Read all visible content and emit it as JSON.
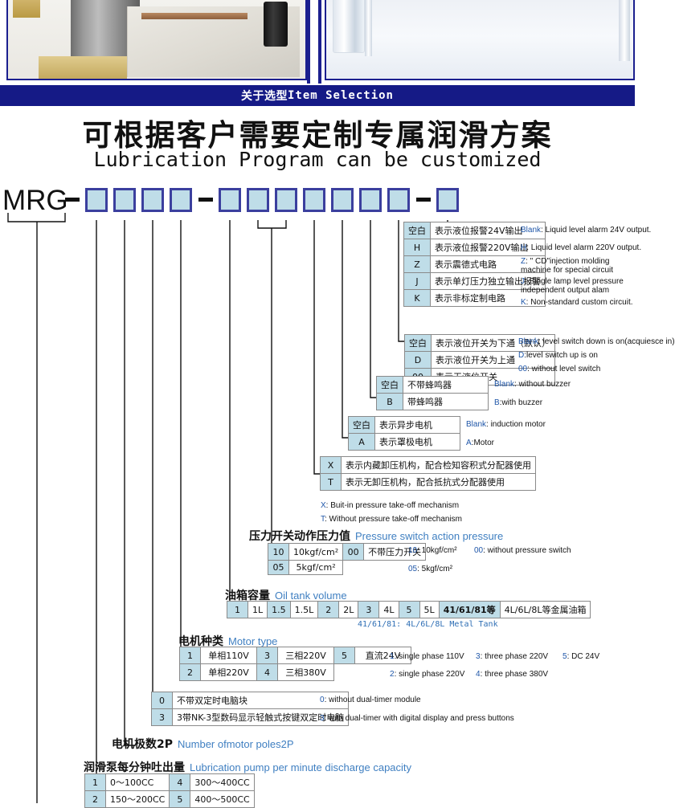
{
  "header": {
    "cn": "关于选型",
    "en": "Item Selection"
  },
  "headline": {
    "cn": "可根据客户需要定制专属润滑方案",
    "en": "Lubrication Program can be customized"
  },
  "model_code": {
    "prefix": "MRG",
    "separator": "–",
    "box_count": 12
  },
  "sections": {
    "circuit": {
      "rows": [
        {
          "code": "空白",
          "cn": "表示液位报警24V输出",
          "en_code": "Blank",
          "en": ": Liquid level alarm 24V output."
        },
        {
          "code": "H",
          "cn": "表示液位报警220V输出",
          "en_code": "H",
          "en": ": Liquid level alarm 220V output."
        },
        {
          "code": "Z",
          "cn": "表示震德式电路",
          "en_code": "Z",
          "en": ": \" CD\"injection molding machine for special circuit"
        },
        {
          "code": "J",
          "cn": "表示单灯压力独立输出报警",
          "en_code": "J",
          "en": ": Single lamp level pressure independent output alam"
        },
        {
          "code": "K",
          "cn": "表示非标定制电路",
          "en_code": "K",
          "en": ": Non-standard custom circuit."
        }
      ]
    },
    "level_switch": {
      "rows": [
        {
          "code": "空白",
          "cn": "表示液位开关为下通（默认）",
          "en_code": "Blank",
          "en": ": level switch down is on(acquiesce in)"
        },
        {
          "code": "D",
          "cn": "表示液位开关为上通",
          "en_code": "D",
          "en": ":level switch up is on"
        },
        {
          "code": "00",
          "cn": "表示无液位开关",
          "en_code": "00",
          "en": ": without level switch"
        }
      ]
    },
    "buzzer": {
      "rows": [
        {
          "code": "空白",
          "cn": "不带蜂鸣器",
          "en_code": "Blank",
          "en": ": without buzzer"
        },
        {
          "code": "B",
          "cn": "带蜂鸣器",
          "en_code": "B",
          "en": ":with buzzer"
        }
      ]
    },
    "motor_kind": {
      "rows": [
        {
          "code": "空白",
          "cn": "表示异步电机",
          "en_code": "Blank",
          "en": ": induction motor"
        },
        {
          "code": "A",
          "cn": "表示罩极电机",
          "en_code": "A",
          "en": ":Motor"
        }
      ]
    },
    "pressure_takeoff": {
      "rows": [
        {
          "code": "X",
          "cn": "表示内藏卸压机构，配合检知容积式分配器使用"
        },
        {
          "code": "T",
          "cn": "表示无卸压机构，配合抵抗式分配器使用"
        }
      ],
      "notes": [
        {
          "en_code": "X",
          "en": ": Buit-in pressure take-off mechanism"
        },
        {
          "en_code": "T",
          "en": ": Without pressure take-off mechanism"
        }
      ]
    },
    "pressure_switch": {
      "title_cn": "压力开关动作压力值",
      "title_en": "Pressure switch action pressure",
      "cells": [
        {
          "code": "10",
          "val": "10kgf/cm²"
        },
        {
          "code": "00",
          "val": "不带压力开关"
        },
        {
          "code": "05",
          "val": "5kgf/cm²"
        }
      ],
      "notes": [
        {
          "en_code": "10",
          "en": ": 10kgf/cm²"
        },
        {
          "en_code": "00",
          "en": ": without pressure switch"
        },
        {
          "en_code": "05",
          "en": ": 5kgf/cm²"
        }
      ]
    },
    "oil_tank": {
      "title_cn": "油箱容量",
      "title_en": "Oil tank volume",
      "pairs": [
        {
          "code": "1",
          "val": "1L"
        },
        {
          "code": "1.5",
          "val": "1.5L"
        },
        {
          "code": "2",
          "val": "2L"
        },
        {
          "code": "3",
          "val": "4L"
        },
        {
          "code": "5",
          "val": "5L"
        },
        {
          "code": "41/61/81等",
          "val": "4L/6L/8L等金属油箱"
        }
      ],
      "note": "41/61/81: 4L/6L/8L Metal Tank"
    },
    "motor_type": {
      "title_cn": "电机种类",
      "title_en": "Motor type",
      "pairs": [
        {
          "code": "1",
          "val": "单相110V"
        },
        {
          "code": "3",
          "val": "三相220V"
        },
        {
          "code": "5",
          "val": "直流24V"
        },
        {
          "code": "2",
          "val": "单相220V"
        },
        {
          "code": "4",
          "val": "三相380V"
        }
      ],
      "notes_row1": [
        {
          "en_code": "1",
          "en": ": single phase 110V"
        },
        {
          "en_code": "3",
          "en": ": three phase 220V"
        },
        {
          "en_code": "5",
          "en": ": DC 24V"
        }
      ],
      "notes_row2": [
        {
          "en_code": "2",
          "en": ": single phase 220V"
        },
        {
          "en_code": "4",
          "en": ": three phase 380V"
        }
      ]
    },
    "dual_timer": {
      "rows": [
        {
          "code": "0",
          "cn": "不带双定时电脑块",
          "en_code": "0",
          "en": ": without dual-timer module"
        },
        {
          "code": "3",
          "cn": "3带NK-3型数码显示轻触式按键双定时电脑",
          "en_code": "3",
          "en": ": with dual-timer with digital display and press buttons"
        }
      ]
    },
    "motor_poles": {
      "title_cn": "电机极数2P",
      "title_en": "Number ofmotor poles2P"
    },
    "discharge": {
      "title_cn": "润滑泵每分钟吐出量",
      "title_en": "Lubrication pump per minute discharge capacity",
      "pairs": [
        {
          "code": "1",
          "val": "0～100CC",
          "code2": "4",
          "val2": "300～400CC"
        },
        {
          "code": "2",
          "val": "150～200CC",
          "code2": "5",
          "val2": "400～500CC"
        }
      ]
    }
  },
  "colors": {
    "brand_blue": "#151a86",
    "box_border": "#3b3f9e",
    "box_fill": "#bfdde8",
    "note_blue": "#1f56a8",
    "head_en_blue": "#3f7fc1"
  }
}
